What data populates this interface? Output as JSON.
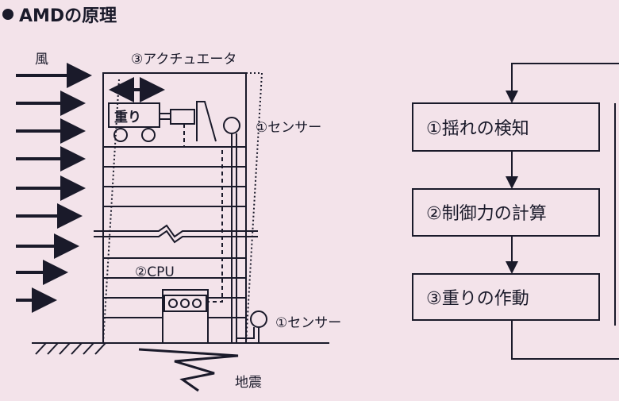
{
  "title": "AMDの原理",
  "labels": {
    "wind": "風",
    "actuator": "③アクチュエータ",
    "weight": "重り",
    "sensor_top": "①センサー",
    "cpu": "②CPU",
    "sensor_bottom": "①センサー",
    "earthquake": "地震"
  },
  "flow": {
    "steps": [
      "①揺れの検知",
      "②制御力の計算",
      "③重りの作動"
    ]
  },
  "colors": {
    "background": "#f3e3ea",
    "ink": "#1a1a2a"
  }
}
